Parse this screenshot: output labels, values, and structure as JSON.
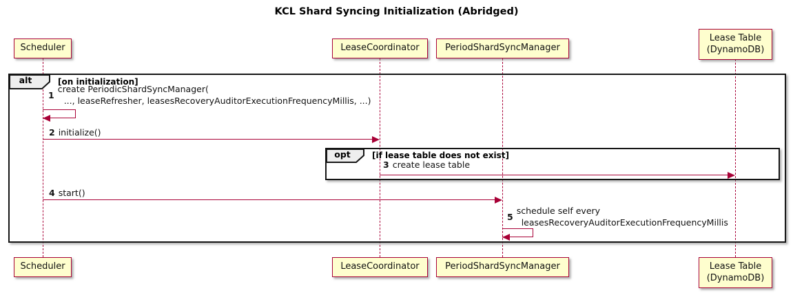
{
  "diagram": {
    "type": "sequence-diagram",
    "title": "KCL Shard Syncing Initialization (Abridged)"
  },
  "participants": {
    "scheduler": {
      "label": "Scheduler"
    },
    "lease_coordinator": {
      "label": "LeaseCoordinator"
    },
    "period_shard_sync_manager": {
      "label": "PeriodShardSyncManager"
    },
    "lease_table": {
      "line1": "Lease Table",
      "line2": "(DynamoDB)"
    }
  },
  "frames": {
    "alt": {
      "keyword": "alt",
      "condition": "[on initialization]"
    },
    "opt": {
      "keyword": "opt",
      "condition": "[if lease table does not exist]"
    }
  },
  "messages": {
    "m1": {
      "num": "1",
      "line1": "create PeriodicShardSyncManager(",
      "line2": "..., leaseRefresher, leasesRecoveryAuditorExecutionFrequencyMillis, ...)",
      "from": "Scheduler",
      "to": "Scheduler",
      "kind": "self"
    },
    "m2": {
      "num": "2",
      "text": "initialize()",
      "from": "Scheduler",
      "to": "LeaseCoordinator",
      "kind": "call"
    },
    "m3": {
      "num": "3",
      "text": "create lease table",
      "from": "LeaseCoordinator",
      "to": "Lease Table (DynamoDB)",
      "kind": "call"
    },
    "m4": {
      "num": "4",
      "text": "start()",
      "from": "Scheduler",
      "to": "PeriodShardSyncManager",
      "kind": "call"
    },
    "m5": {
      "num": "5",
      "line1": "schedule self every",
      "line2": "leasesRecoveryAuditorExecutionFrequencyMillis",
      "from": "PeriodShardSyncManager",
      "to": "PeriodShardSyncManager",
      "kind": "self"
    }
  },
  "colors": {
    "participant_fill": "#FEFECE",
    "participant_border": "#A80036",
    "arrow": "#A80036",
    "lifeline": "#A80036",
    "frame_border": "#151515",
    "frame_label_fill": "#EEEEEE",
    "background": "#FFFFFF"
  }
}
